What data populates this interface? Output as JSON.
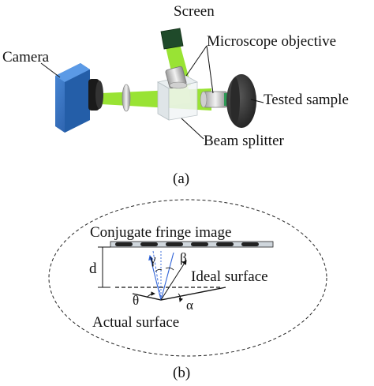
{
  "panel_a": {
    "labels": {
      "screen": "Screen",
      "camera": "Camera",
      "objective": "Microscope objective",
      "sample": "Tested sample",
      "splitter": "Beam splitter"
    },
    "caption": "(a)",
    "colors": {
      "beam": "#8ee01e",
      "camera_body": "#2f6fc2",
      "screen": "#1f4a2a",
      "sample": "#3a3a3a"
    }
  },
  "panel_b": {
    "labels": {
      "fringe": "Conjugate fringe image",
      "ideal": "Ideal surface",
      "actual": "Actual surface",
      "d": "d",
      "gamma": "γ",
      "beta": "β",
      "theta": "θ",
      "alpha": "α"
    },
    "caption": "(b)",
    "colors": {
      "ray": "#2f63d8"
    }
  }
}
